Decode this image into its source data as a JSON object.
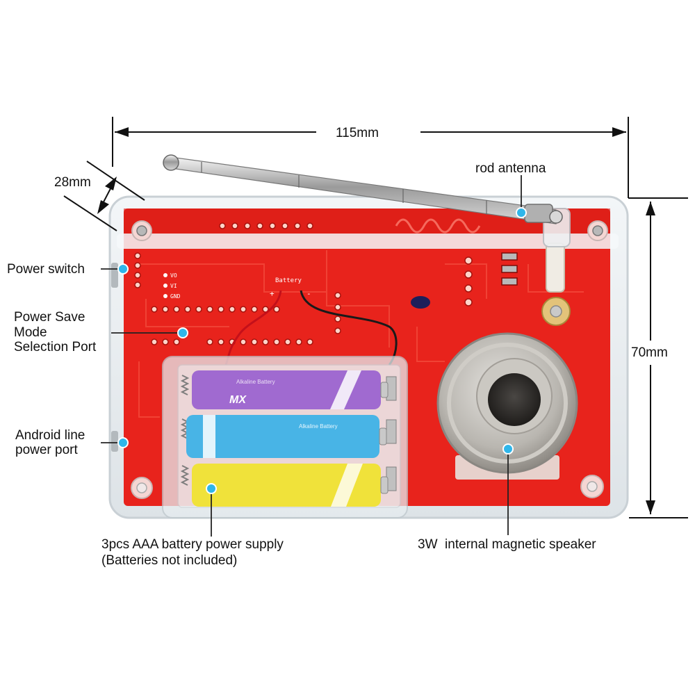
{
  "dimensions": {
    "width": "115mm",
    "height": "70mm",
    "depth": "28mm"
  },
  "callouts": {
    "antenna": "rod antenna",
    "power_switch": "Power switch",
    "power_save_1": "Power Save",
    "power_save_2": "Mode",
    "power_save_3": "Selection Port",
    "android_port_1": "Android line",
    "android_port_2": "power port",
    "battery_1": "3pcs AAA battery power supply",
    "battery_2": "(Batteries not included)",
    "speaker": "3W  internal magnetic speaker"
  },
  "pcb_silkscreen": {
    "battery": "Battery",
    "plus": "+",
    "minus": "-",
    "vo": "VO",
    "vi": "VI",
    "gnd": "GND"
  },
  "batteries": [
    {
      "color": "#a06ad0",
      "brand_top": "Alkaline Battery",
      "brand_mark": "MX"
    },
    {
      "color": "#48b4e6",
      "brand_top": "Alkaline Battery",
      "brand_mark": ""
    },
    {
      "color": "#f0e23a",
      "brand_top": "",
      "brand_mark": ""
    }
  ],
  "colors": {
    "pcb": "#e8231c",
    "dot": "#2fb6ea",
    "case": "#e9eef2"
  }
}
